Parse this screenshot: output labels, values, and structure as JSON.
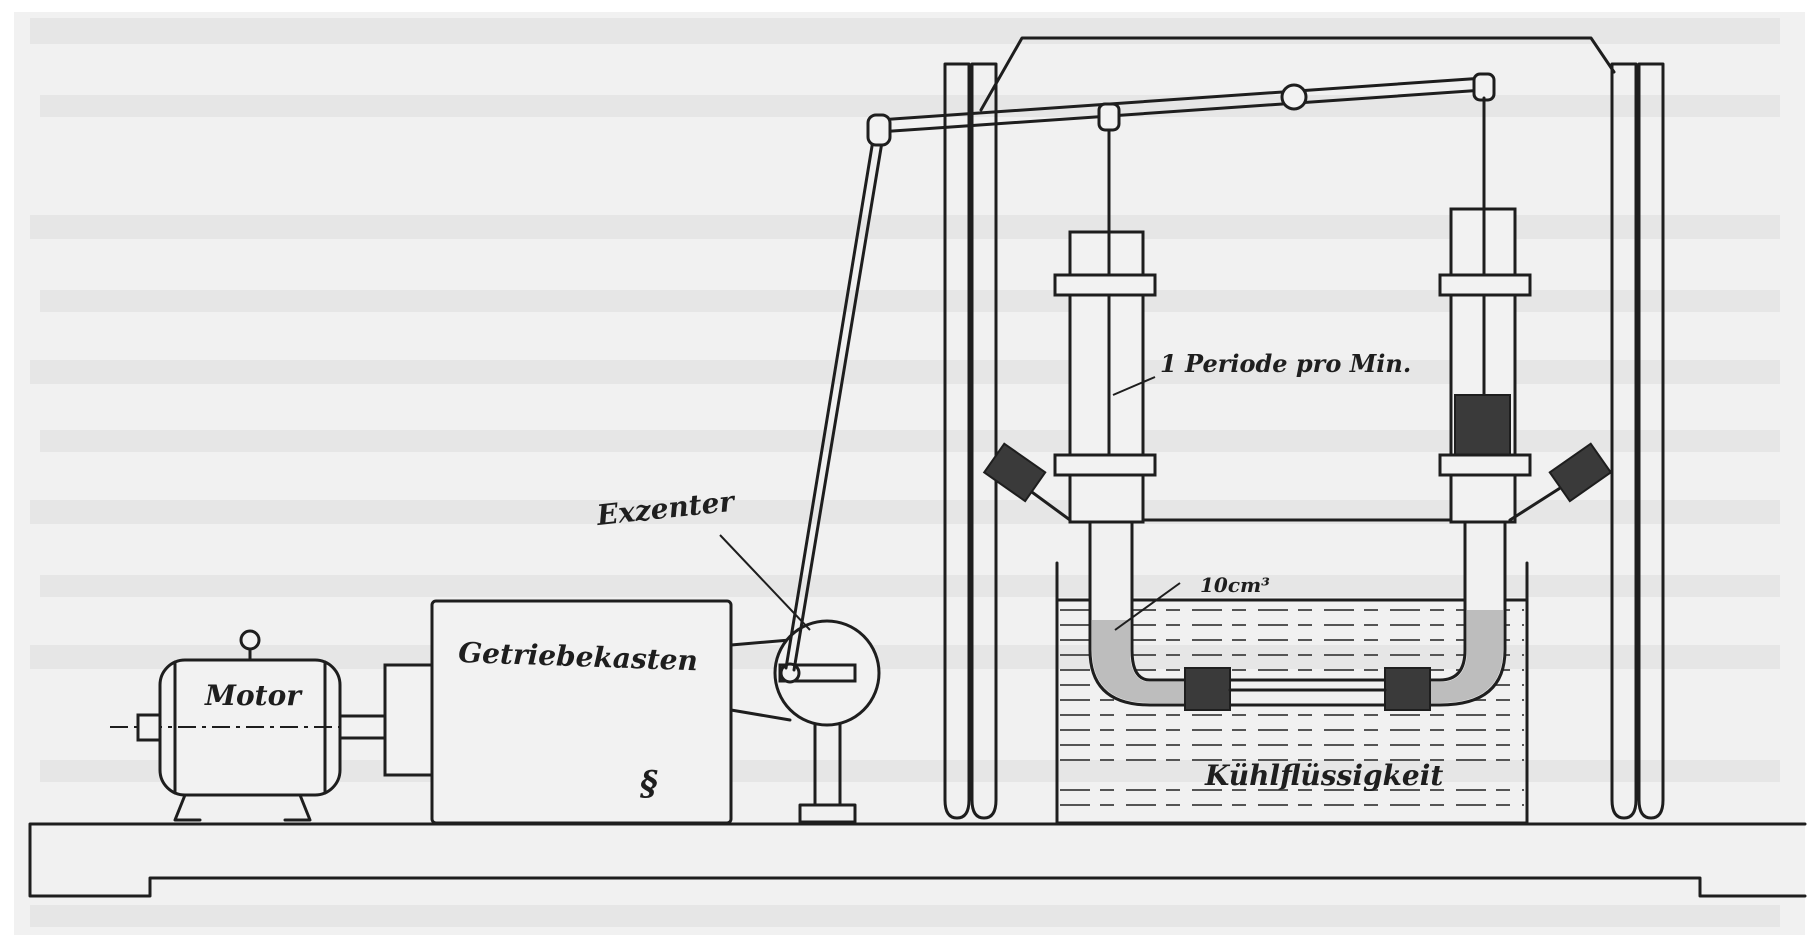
{
  "figure": {
    "labels": {
      "motor": "Motor",
      "gearbox": "Getriebekasten",
      "eccentric": "Exzenter",
      "period": "1 Periode pro Min.",
      "volume": "10cm³",
      "coolant": "Kühlflüssigkeit"
    },
    "colors": {
      "paper": "#f1f1f1",
      "ink": "#1e1e1e",
      "liquid": "#bdbdbd"
    }
  }
}
